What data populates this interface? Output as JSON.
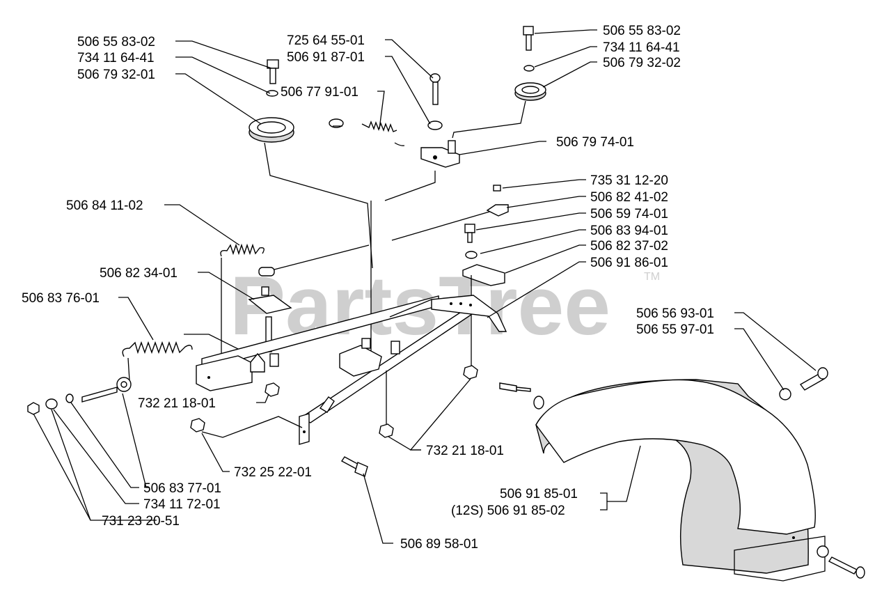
{
  "watermark": {
    "text": "PartsTree",
    "tm": "TM"
  },
  "parts": [
    "506 55 83-02",
    "734 11 64-41",
    "506 79 32-01",
    "725 64 55-01",
    "506 91 87-01",
    "506 77 91-01",
    "506 55 83-02",
    "734 11 64-41",
    "506 79 32-02",
    "506 79 74-01",
    "735 31 12-20",
    "506 82 41-02",
    "506 59 74-01",
    "506 83 94-01",
    "506 82 37-02",
    "506 91 86-01",
    "506 84 11-02",
    "506 82 34-01",
    "506 83 76-01",
    "506 56 93-01",
    "506 55 97-01",
    "732 21 18-01",
    "732 21 18-01",
    "732 25 22-01",
    "506 83 77-01",
    "734 11 72-01",
    "731 23 20-51",
    "506 91 85-01",
    "(12S) 506 91 85-02",
    "506 89 58-01"
  ]
}
